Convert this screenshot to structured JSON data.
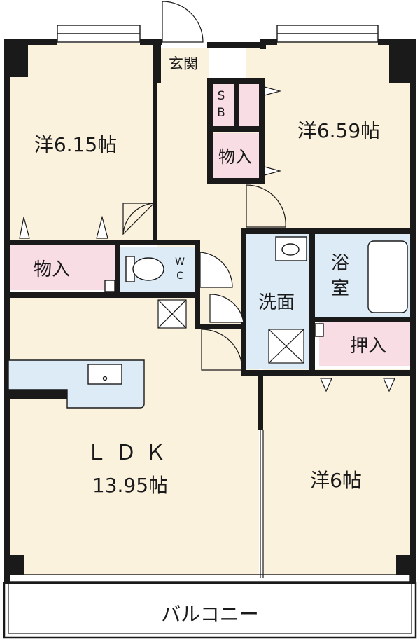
{
  "rooms": {
    "western_nw": "洋6.15帖",
    "western_ne": "洋6.59帖",
    "western_s": "洋6帖",
    "ldk": "ＬＤＫ",
    "ldk_size": "13.95帖",
    "entrance": "玄関",
    "shoe_box_s": "S",
    "shoe_box_b": "B",
    "storage_ne": "物入",
    "storage_w": "物入",
    "toilet_w": "W",
    "toilet_c": "C",
    "washroom": "洗面",
    "bath_1": "浴",
    "bath_2": "室",
    "closet": "押入",
    "balcony": "バルコニー"
  },
  "colors": {
    "room_floor": "#fbf2de",
    "storage": "#f9dde4",
    "wet_area": "#dcebf6",
    "balcony": "#ffffff",
    "wall": "#1a1a1a"
  }
}
